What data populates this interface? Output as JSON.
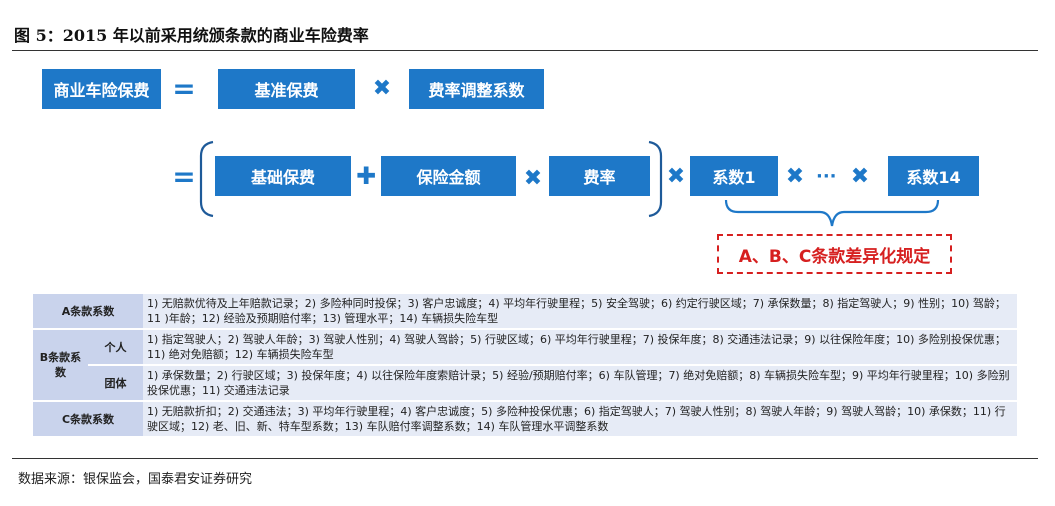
{
  "title": "图 5：2015 年以前采用统颁条款的商业车险费率",
  "formula_row1": {
    "lhs": "商业车险保费",
    "equals": "=",
    "term1": "基准保费",
    "times": "✖",
    "term2": "费率调整系数"
  },
  "formula_row2": {
    "equals": "=",
    "term1": "基础保费",
    "plus": "✚",
    "term2": "保险金额",
    "times1": "✖",
    "term3": "费率",
    "times2": "✖",
    "coef_first": "系数1",
    "times3": "✖",
    "dots": "···",
    "times4": "✖",
    "coef_last": "系数14"
  },
  "difference_label": "A、B、C条款差异化规定",
  "table": {
    "a_label": "A条款系数",
    "a_text": "1) 无赔款优待及上年赔款记录；2) 多险种同时投保；3) 客户忠诚度；4) 平均年行驶里程；5) 安全驾驶；6) 约定行驶区域；7) 承保数量；8) 指定驾驶人；9) 性别；10) 驾龄；11 )年龄；12) 经验及预期赔付率；13) 管理水平；14) 车辆损失险车型",
    "b_label": "B条款系数",
    "b_individual_label": "个人",
    "b_individual_text": "1) 指定驾驶人；2) 驾驶人年龄；3) 驾驶人性别；4) 驾驶人驾龄；5) 行驶区域；6) 平均年行驶里程；7) 投保年度；8) 交通违法记录；9) 以往保险年度；10) 多险别投保优惠；11) 绝对免赔额；12) 车辆损失险车型",
    "b_group_label": "团体",
    "b_group_text": "1) 承保数量；2) 行驶区域；3) 投保年度；4) 以往保险年度索赔计录；5) 经验/预期赔付率；6) 车队管理；7) 绝对免赔额；8) 车辆损失险车型；9) 平均年行驶里程；10) 多险别投保优惠；11) 交通违法记录",
    "c_label": "C条款系数",
    "c_text": "1) 无赔款折扣；2) 交通违法；3) 平均年行驶里程；4) 客户忠诚度；5) 多险种投保优惠；6) 指定驾驶人；7) 驾驶人性别；8) 驾驶人年龄；9) 驾驶人驾龄；10) 承保数；11) 行驶区域；12) 老、旧、新、特车型系数；13) 车队赔付率调整系数；14) 车队管理水平调整系数"
  },
  "source": "数据来源：银保监会，国泰君安证券研究",
  "colors": {
    "box_blue": "#1e78c8",
    "dashed_red": "#d62020",
    "table_header": "#c9d3ec",
    "table_body": "#e6ebf6"
  }
}
